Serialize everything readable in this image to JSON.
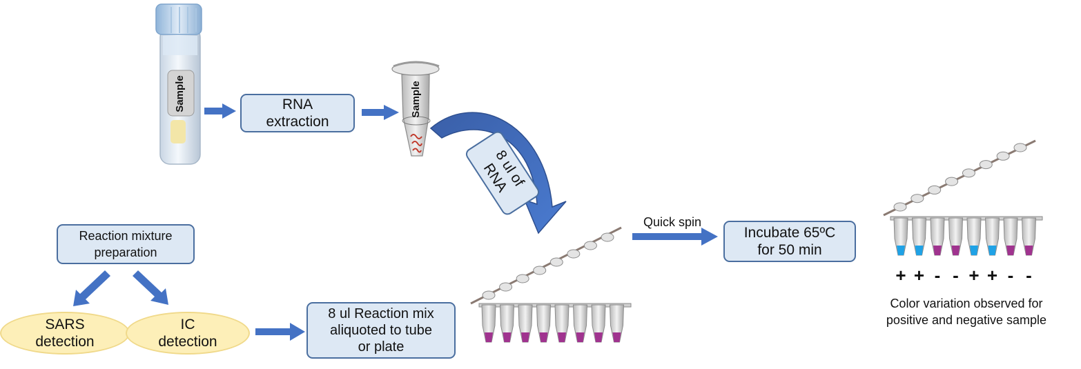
{
  "sample_tube": {
    "label": "Sample"
  },
  "extraction_tube": {
    "label": "Sample"
  },
  "rna_extraction": {
    "line1": "RNA",
    "line2": "extraction"
  },
  "rna_transfer": {
    "line1": "8 ul of",
    "line2": "RNA"
  },
  "reaction_mix": {
    "line1": "Reaction mixture",
    "line2": "preparation"
  },
  "sars": {
    "line1": "SARS",
    "line2": "detection"
  },
  "ic": {
    "line1": "IC",
    "line2": "detection"
  },
  "aliquot": {
    "line1": "8 ul Reaction mix",
    "line2": "aliquoted to tube",
    "line3": "or plate"
  },
  "quick_spin": {
    "label": "Quick spin"
  },
  "incubate": {
    "line1": "Incubate 65ºC",
    "line2": "for 50 min"
  },
  "results": {
    "signs": [
      "+",
      "+",
      "-",
      "-",
      "+",
      "+",
      "-",
      "-"
    ],
    "colors": [
      "#1fa2e6",
      "#1fa2e6",
      "#a0338f",
      "#a0338f",
      "#1fa2e6",
      "#1fa2e6",
      "#a0338f",
      "#a0338f"
    ],
    "caption_line1": "Color variation observed for",
    "caption_line2": "positive and negative sample"
  },
  "colors": {
    "arrow": "#4472c4",
    "box_fill": "#dde8f4",
    "box_border": "#4a6e9f",
    "oval_fill": "#fdefb8",
    "reaction_purple": "#a0338f"
  }
}
